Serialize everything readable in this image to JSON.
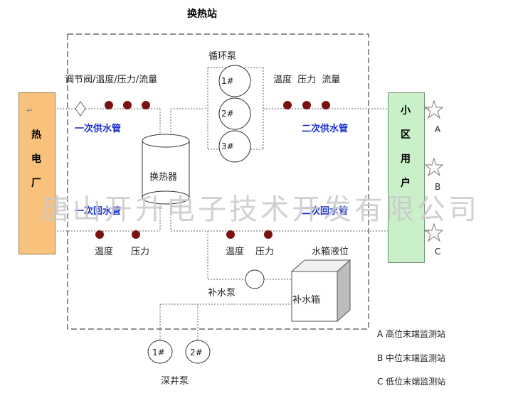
{
  "title": "换热站",
  "source": {
    "label": [
      "热",
      "电",
      "厂"
    ]
  },
  "district": {
    "label": [
      "小",
      "区",
      "用",
      "户"
    ]
  },
  "pumps_circulation": {
    "label": "循环泵",
    "units": [
      "1#",
      "2#",
      "3#"
    ]
  },
  "primary_sensors": {
    "label": "调节阀/温度/压力/流量"
  },
  "secondary_sensors": {
    "label": "温度 压力 流量"
  },
  "primary_supply": "一次供水管",
  "secondary_supply": "二次供水管",
  "primary_return": "一次回水管",
  "secondary_return": "二次回水管",
  "exchanger": "换热器",
  "return_sensors_primary": {
    "temp": "温度",
    "pressure": "压力"
  },
  "return_sensors_secondary": {
    "temp": "温度",
    "pressure": "压力"
  },
  "tank_level": "水箱液位",
  "makeup_pump": "补水泵",
  "makeup_tank": "补水箱",
  "well_pumps": {
    "label": "深井泵",
    "units": [
      "1#",
      "2#"
    ]
  },
  "stations": {
    "markers": [
      "A",
      "B",
      "C"
    ],
    "legend": [
      "A 高位末端监测站",
      "B 中位末端监测站",
      "C 低位末端监测站"
    ]
  },
  "watermark": "唐山开升电子技术开发有限公司",
  "colors": {
    "sensor": "#7a1212",
    "plant": "#f8c27c",
    "district": "#c9f0c9",
    "pipe_label": "#1a2fd0"
  }
}
